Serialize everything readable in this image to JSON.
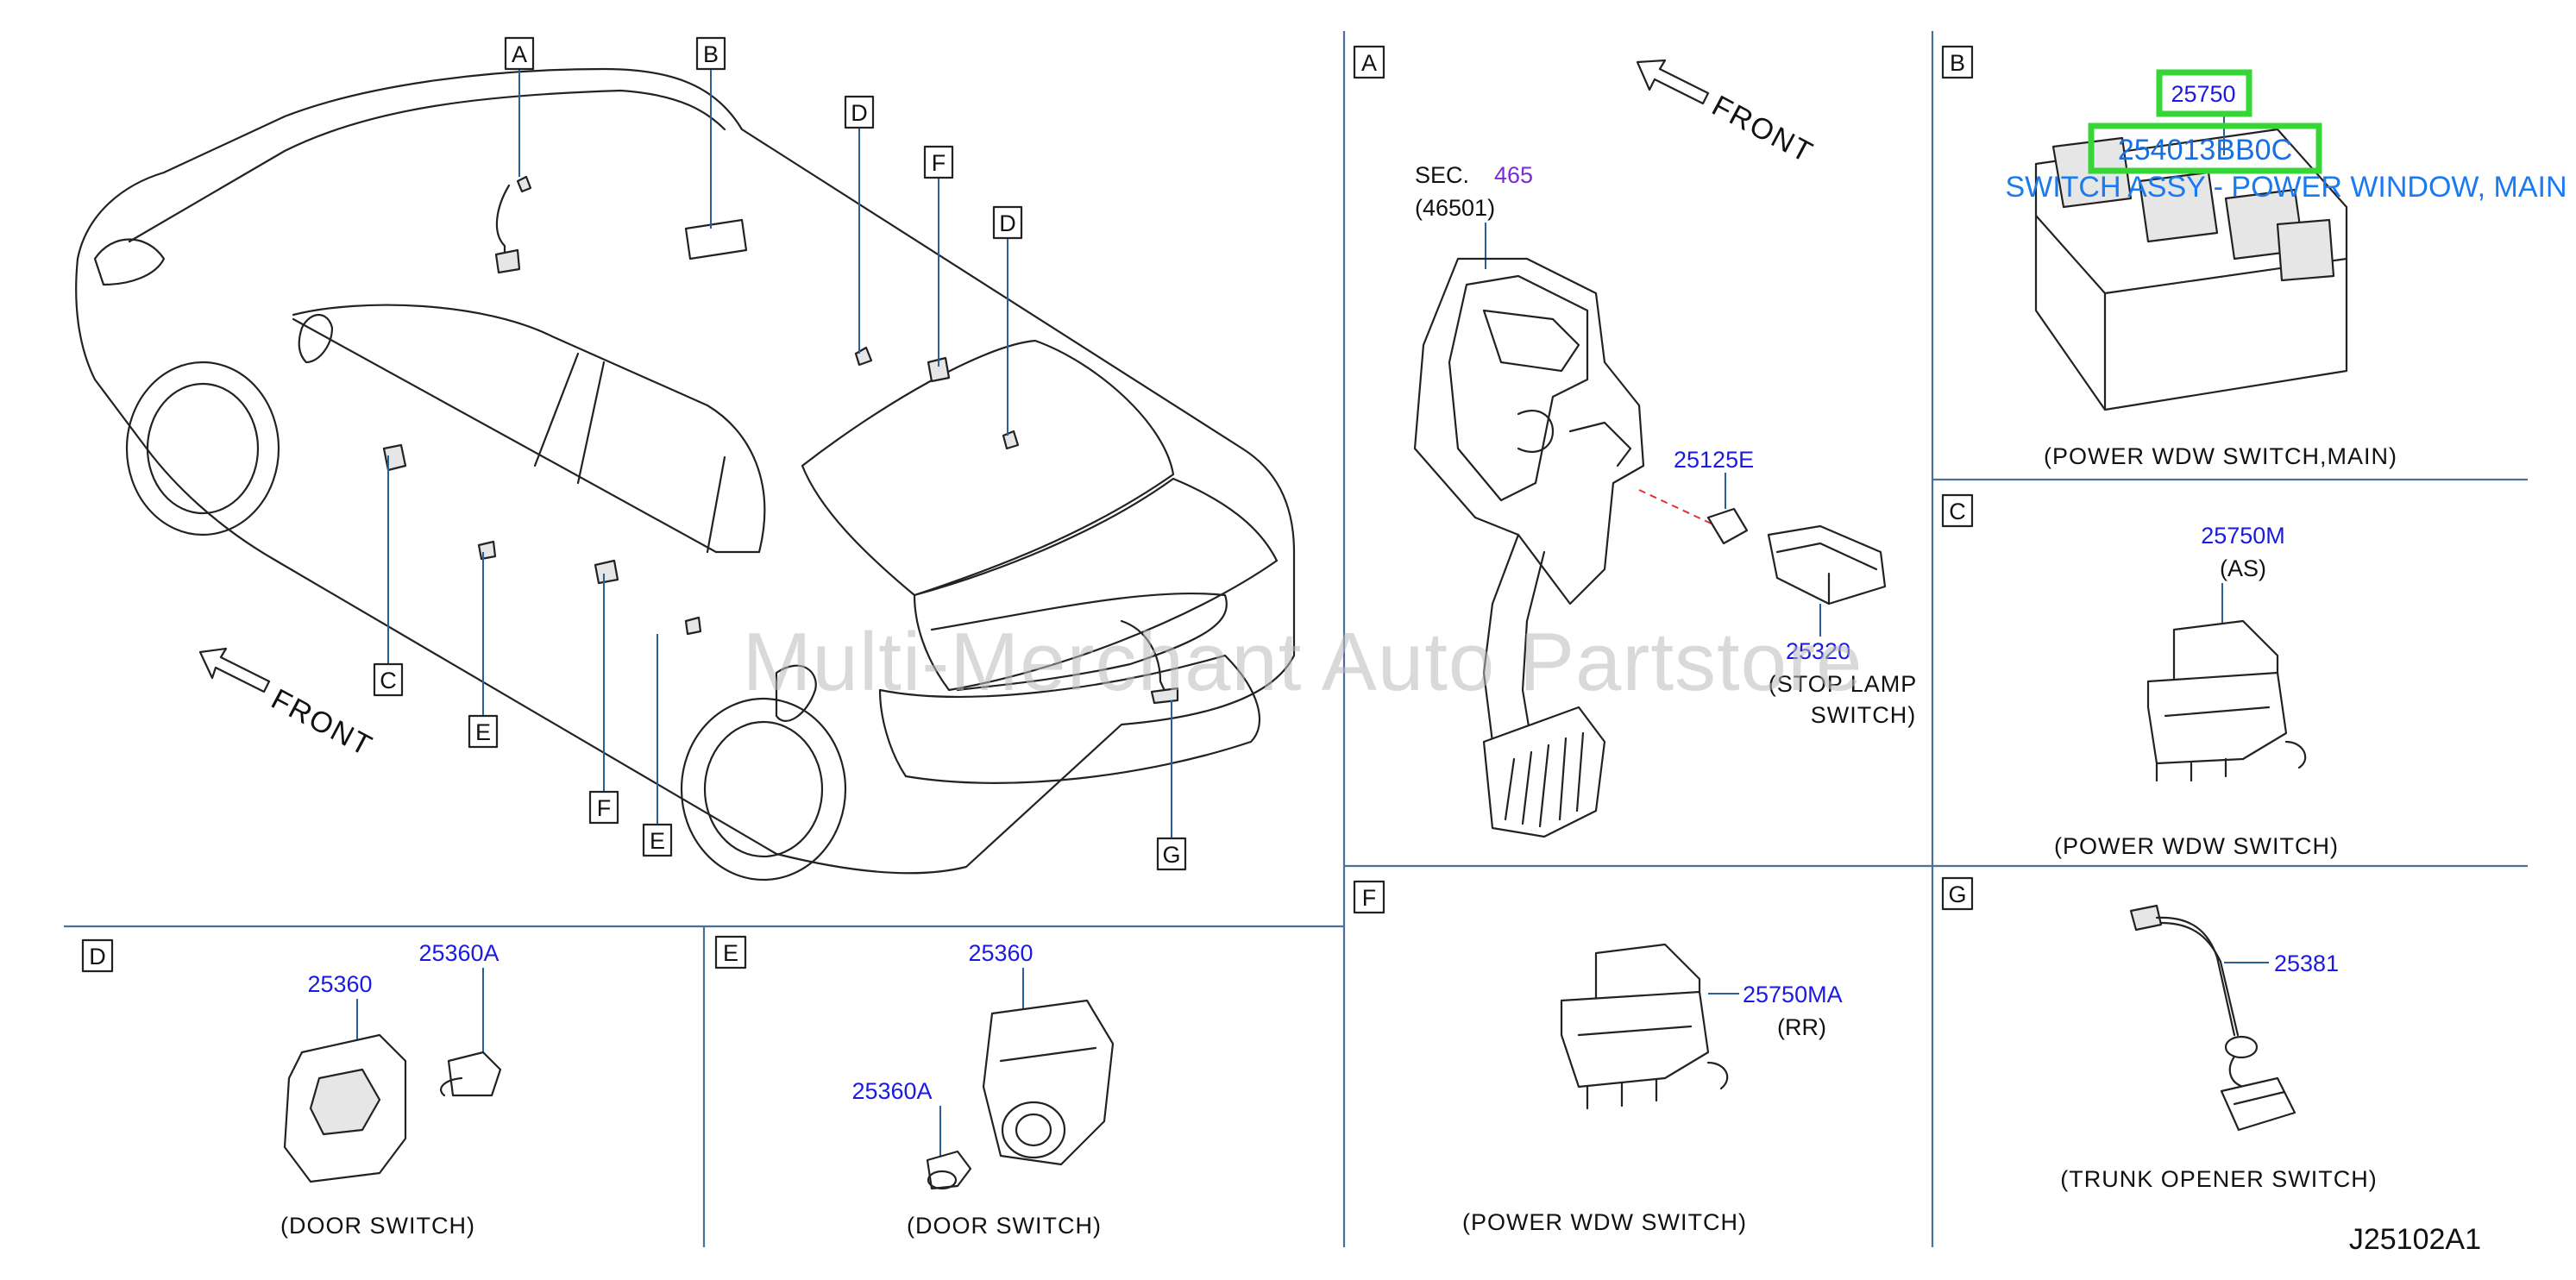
{
  "watermark": "Multi-Merchant Auto Partstore",
  "diagram_code": "J25102A1",
  "front_label": "FRONT",
  "overview": {
    "callouts": [
      "A",
      "B",
      "C",
      "D",
      "D",
      "E",
      "E",
      "F",
      "F",
      "G"
    ]
  },
  "panel_A": {
    "letter": "A",
    "sec_prefix": "SEC.",
    "sec_number": "465",
    "sec_ref": "(46501)",
    "part_1": "25125E",
    "part_2": "25320",
    "caption_line1": "(STOP   LAMP",
    "caption_line2": "SWITCH)"
  },
  "panel_B": {
    "letter": "B",
    "part": "25750",
    "highlight_part": "254013BB0C",
    "highlight_desc": "SWITCH ASSY - POWER WINDOW, MAIN",
    "caption": "(POWER   WDW   SWITCH,MAIN)"
  },
  "panel_C": {
    "letter": "C",
    "part": "25750M",
    "sub": "(AS)",
    "caption": "(POWER   WDW   SWITCH)"
  },
  "panel_D": {
    "letter": "D",
    "part_1": "25360",
    "part_2": "25360A",
    "caption": "(DOOR   SWITCH)"
  },
  "panel_E": {
    "letter": "E",
    "part_1": "25360",
    "part_2": "25360A",
    "caption": "(DOOR   SWITCH)"
  },
  "panel_F": {
    "letter": "F",
    "part": "25750MA",
    "sub": "(RR)",
    "caption": "(POWER   WDW   SWITCH)"
  },
  "panel_G": {
    "letter": "G",
    "part": "25381",
    "caption": "(TRUNK   OPENER   SWITCH)"
  },
  "colors": {
    "part_number": "#1a1ae0",
    "sec_number": "#7a2ad6",
    "separator": "#4a6f9a",
    "highlight": "#37d637",
    "highlight_text": "#1a6fe0"
  }
}
